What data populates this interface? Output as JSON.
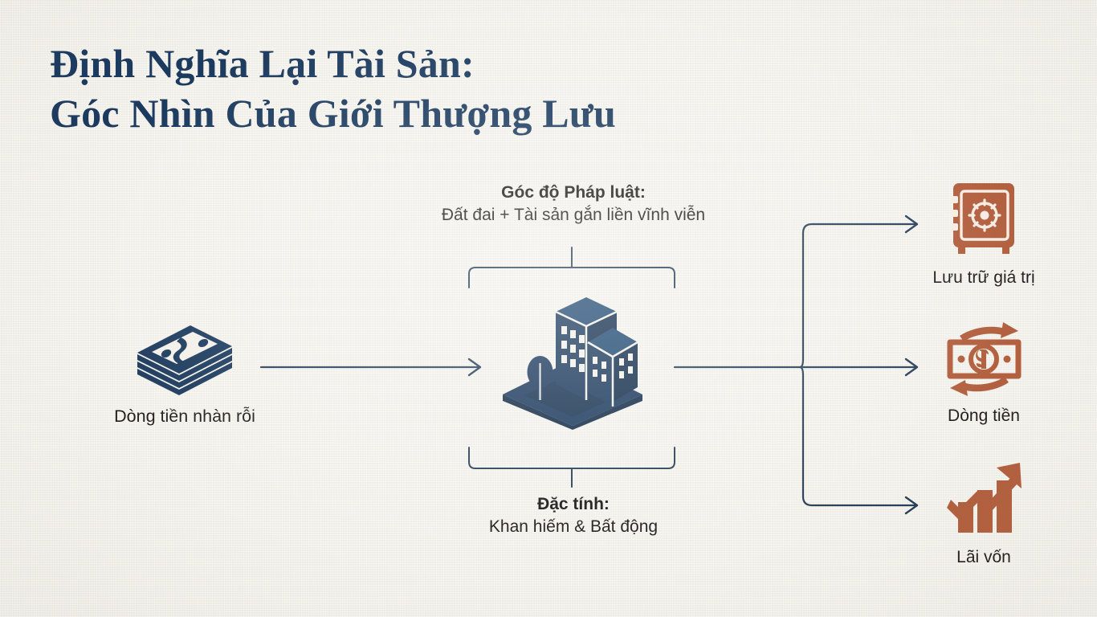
{
  "theme": {
    "background": "#f2f0e9",
    "navy": "#1d3b5e",
    "title_navy": "#1b3a5e",
    "terracotta": "#b2603f",
    "text_dark": "#231f1e",
    "connector": "#28405a"
  },
  "title": {
    "line1": "Định Nghĩa Lại Tài Sản:",
    "line2": "Góc Nhìn Của Giới Thượng Lưu"
  },
  "diagram": {
    "input_node": {
      "label": "Dòng tiền nhàn rỗi",
      "icon": "money-stack-icon"
    },
    "center_node": {
      "label": "",
      "icon": "real-estate-buildings-icon"
    },
    "annotations": {
      "legal": {
        "title": "Góc độ Pháp luật:",
        "text": "Đất đai + Tài sản gắn liền vĩnh viễn"
      },
      "nature": {
        "title": "Đặc tính:",
        "text": "Khan hiếm & Bất động"
      }
    },
    "outputs": [
      {
        "label": "Lưu trữ giá trị",
        "icon": "safe-vault-icon"
      },
      {
        "label": "Dòng tiền",
        "icon": "cash-flow-icon"
      },
      {
        "label": "Lãi vốn",
        "icon": "growth-chart-icon"
      }
    ]
  }
}
